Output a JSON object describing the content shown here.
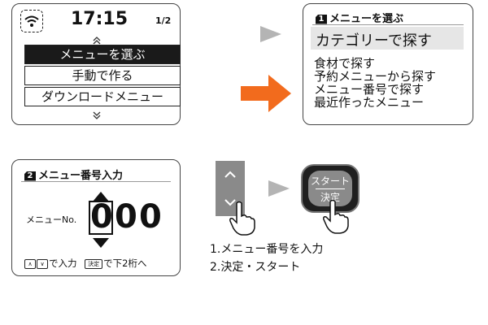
{
  "screen_menu": {
    "wifi_icon": "wifi-icon",
    "time": "17:15",
    "page": "1/2",
    "up_icon": "chevron-double-up-icon",
    "down_icon": "chevron-double-down-icon",
    "items": [
      {
        "label": "メニューを選ぶ",
        "selected": true
      },
      {
        "label": "手動で作る",
        "selected": false
      },
      {
        "label": "ダウンロードメニュー",
        "selected": false
      }
    ]
  },
  "screen_select": {
    "title_badge": "1",
    "title": "メニューを選ぶ",
    "items": [
      {
        "label": "カテゴリーで探す",
        "selected": true
      },
      {
        "label": "食材で探す"
      },
      {
        "label": "予約メニューから探す"
      },
      {
        "label": "メニュー番号で探す"
      },
      {
        "label": "最近作ったメニュー"
      }
    ]
  },
  "screen_number": {
    "title_badge": "2",
    "title": "メニュー番号入力",
    "field_label": "メニューNo.",
    "digits": [
      "0",
      "0",
      "0"
    ],
    "hint_keys": [
      "∧",
      "∨"
    ],
    "hint_text_1": "で入力",
    "hint_key_confirm": "決定",
    "hint_text_2": "で下2桁へ"
  },
  "controls": {
    "up_key": "chevron-up-icon",
    "down_key": "chevron-down-icon",
    "start_button_top": "スタート",
    "start_button_bottom": "決定"
  },
  "instructions": {
    "step1": "1.メニュー番号を入力",
    "step2": "2.決定・スタート"
  },
  "colors": {
    "arrow_gray": "#b4b4b4",
    "arrow_orange": "#f26b1d",
    "button_fill": "#1f1f1f",
    "key_fill": "#8a8a8a"
  }
}
